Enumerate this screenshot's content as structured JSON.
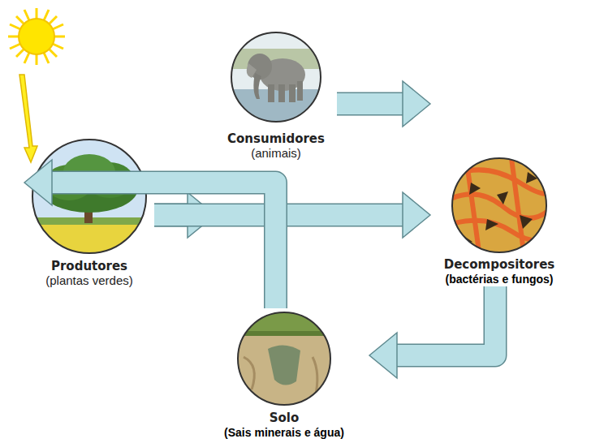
{
  "diagram": {
    "nodes": [
      {
        "text": [
          "Consumidores",
          "(animais)"
        ]
      },
      {
        "text": [
          "Produtores",
          "(plantas verdes)"
        ]
      },
      {
        "text": [
          "Decompositores",
          "(bactérias e fungos)"
        ]
      },
      {
        "text": [
          "Solo",
          "(Sais minerais e água)"
        ]
      }
    ],
    "edges": [
      {
        "from": 1,
        "to": 0,
        "arrow": "to"
      },
      {
        "from": 0,
        "to": 2,
        "arrow": "to"
      },
      {
        "from": 1,
        "to": 2,
        "arrow": "to"
      },
      {
        "from": 2,
        "to": 3,
        "arrow": "to"
      },
      {
        "from": 3,
        "to": 1,
        "arrow": "to"
      }
    ]
  }
}
